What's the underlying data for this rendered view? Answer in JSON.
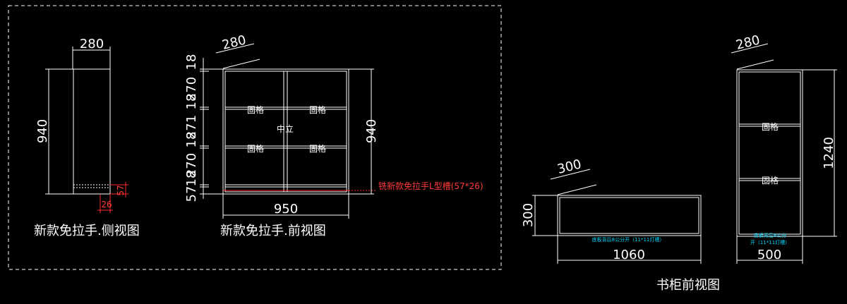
{
  "colors": {
    "background": "#000000",
    "lines": "#ffffff",
    "accent_red": "#ff2a2a",
    "accent_cyan": "#00d8ff"
  },
  "side_view": {
    "caption": "新款免拉手.侧视图",
    "depth": "280",
    "height": "940",
    "slot_height": "57",
    "slot_depth": "26"
  },
  "front_view": {
    "caption": "新款免拉手.前视图",
    "depth": "280",
    "width": "950",
    "height": "940",
    "shelf_labels": [
      "固格",
      "固格",
      "固格",
      "固格"
    ],
    "divider_label": "中立",
    "segments": [
      "18",
      "270",
      "18",
      "271",
      "18",
      "270",
      "18",
      "57"
    ],
    "slot_note": "铣新款免拉手L型槽(57*26)"
  },
  "bookcase": {
    "caption": "书柜前视图",
    "base": {
      "depth": "300",
      "height": "300",
      "width": "1060",
      "note": "底板背后8公分开（11*11灯槽）"
    },
    "tall": {
      "depth": "280",
      "height": "1240",
      "width": "500",
      "shelf_labels": [
        "固格",
        "固格"
      ],
      "note_line1": "底板背后8公分",
      "note_line2": "开（11*11灯槽）"
    }
  }
}
